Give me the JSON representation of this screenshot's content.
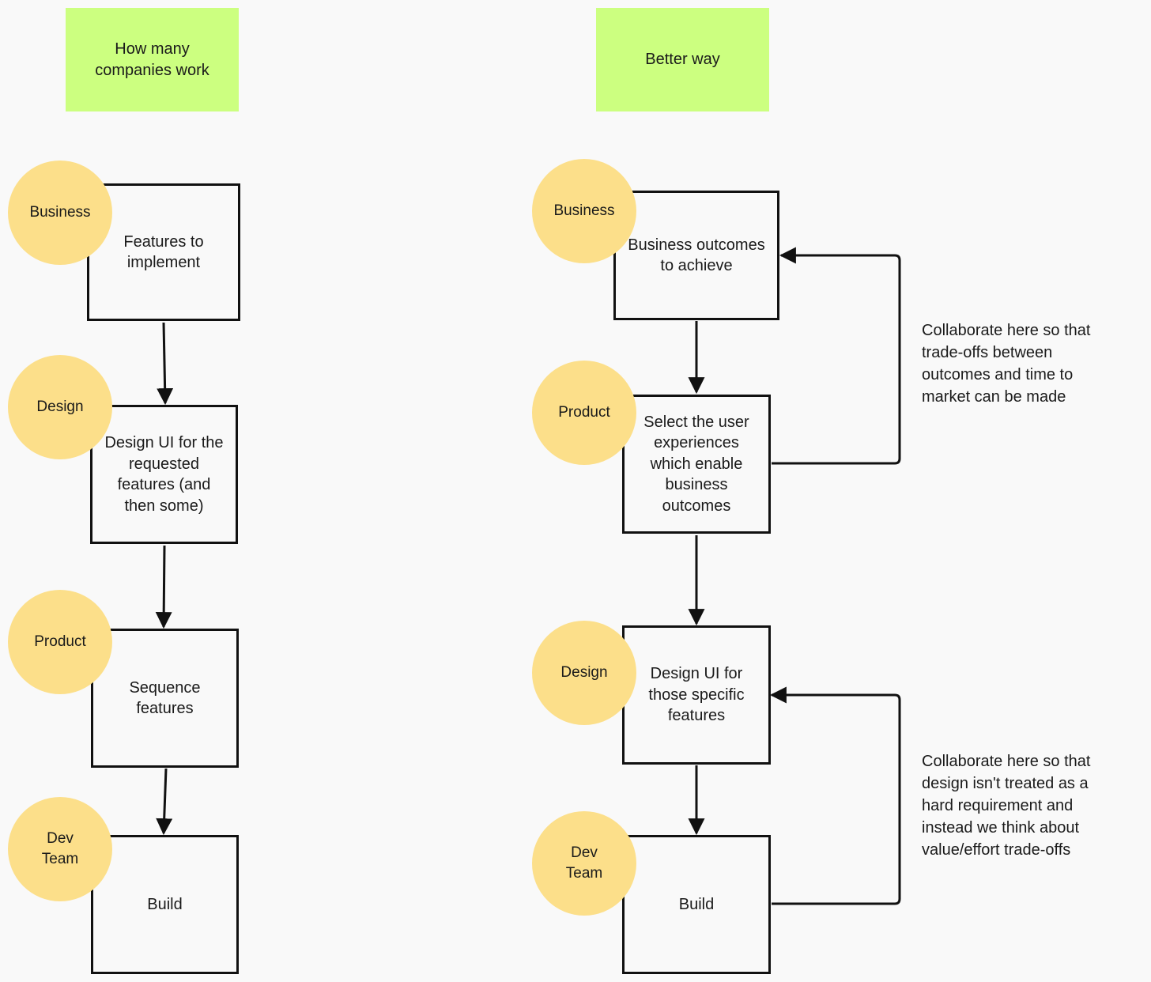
{
  "left": {
    "header": "How many\ncompanies work",
    "steps": [
      {
        "role": "Business",
        "box": "Features to\nimplement"
      },
      {
        "role": "Design",
        "box": "Design UI for the\nrequested\nfeatures (and\nthen some)"
      },
      {
        "role": "Product",
        "box": "Sequence\nfeatures"
      },
      {
        "role": "Dev\nTeam",
        "box": "Build"
      }
    ]
  },
  "right": {
    "header": "Better way",
    "steps": [
      {
        "role": "Business",
        "box": "Business outcomes\nto achieve"
      },
      {
        "role": "Product",
        "box": "Select the user\nexperiences\nwhich enable\nbusiness\noutcomes"
      },
      {
        "role": "Design",
        "box": "Design UI for\nthose specific\nfeatures"
      },
      {
        "role": "Dev\nTeam",
        "box": "Build"
      }
    ],
    "notes": [
      "Collaborate here so that\ntrade-offs between\noutcomes and time to\nmarket can be made",
      "Collaborate here so that\ndesign isn't treated as a\nhard requirement and\ninstead we think about\nvalue/effort trade-offs"
    ]
  },
  "colors": {
    "header_fill": "#ccff80",
    "role_fill": "#fcdf8a",
    "box_stroke": "#111111",
    "background": "#f9f9f9"
  }
}
